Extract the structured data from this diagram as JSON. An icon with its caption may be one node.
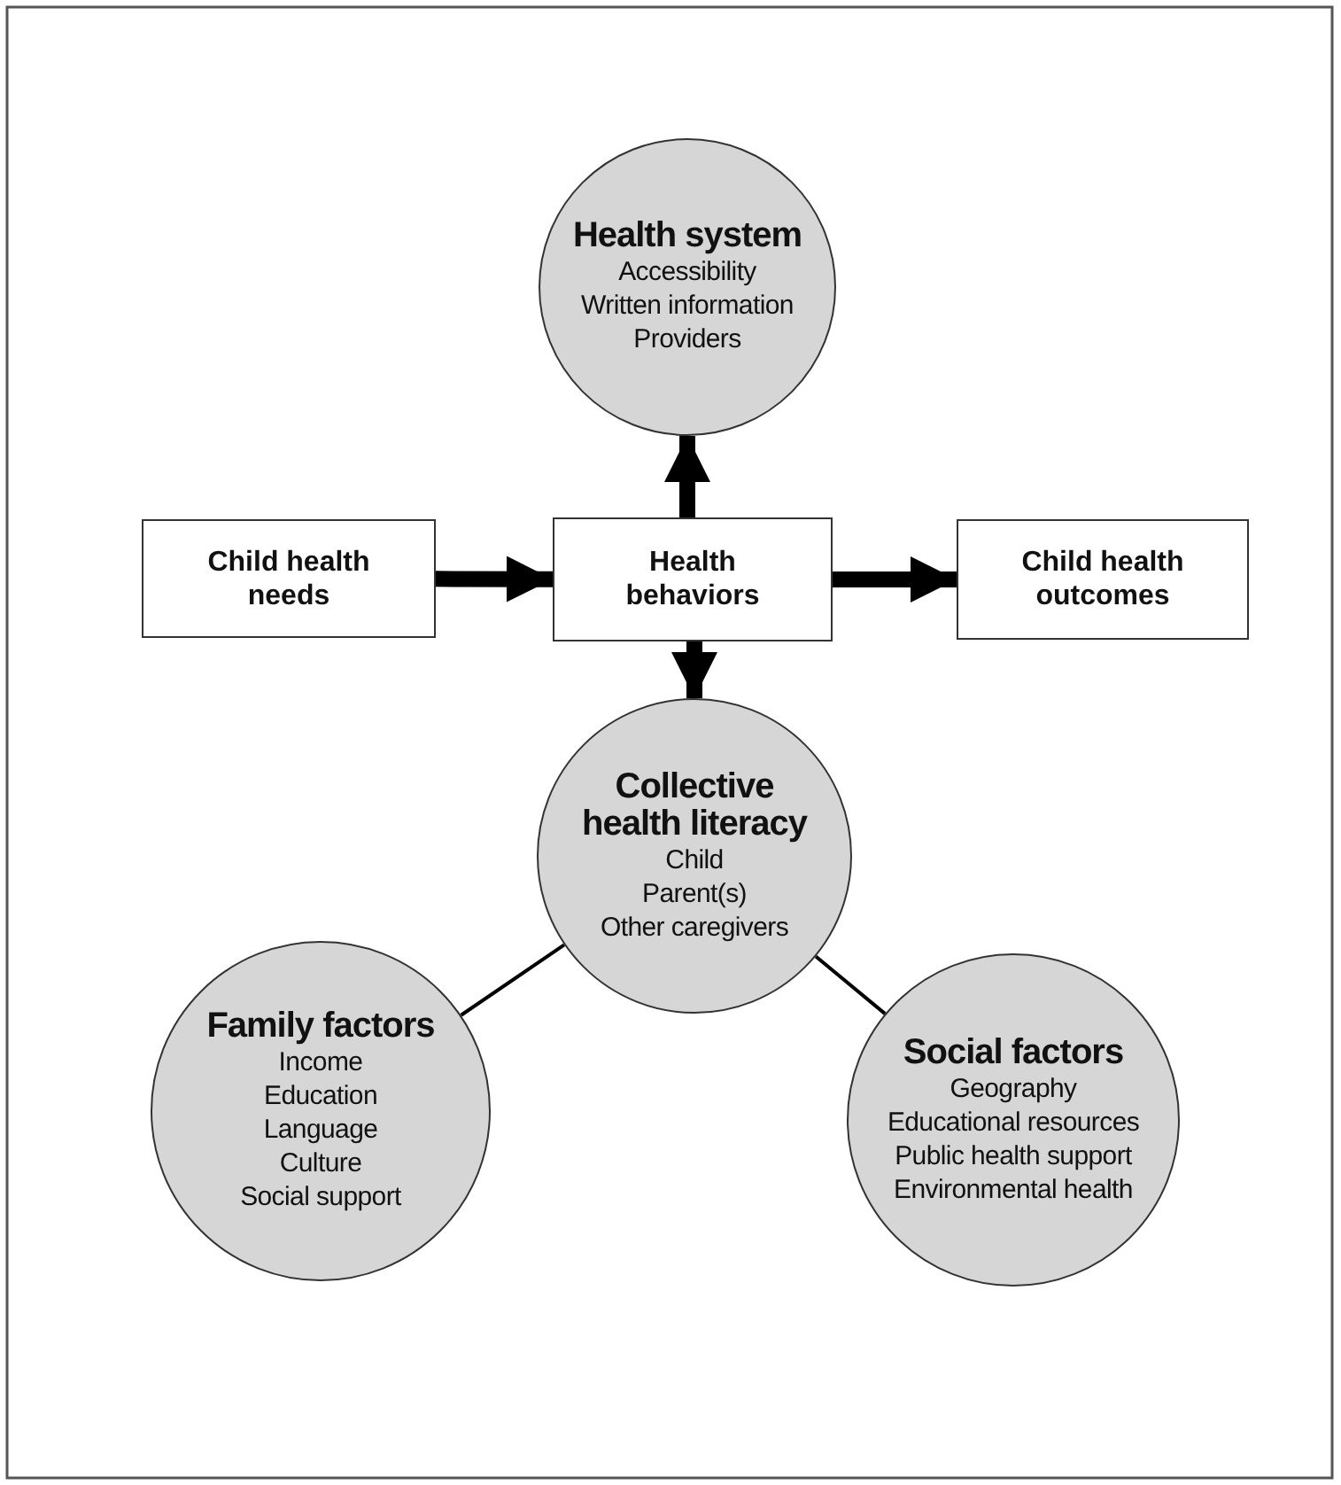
{
  "diagram": {
    "nodes": [
      {
        "text": [
          "Health system",
          "Accessibility",
          "Written information",
          "Providers"
        ]
      },
      {
        "text": [
          "Child health needs"
        ]
      },
      {
        "text": [
          "Health behaviors"
        ]
      },
      {
        "text": [
          "Child health outcomes"
        ]
      },
      {
        "text": [
          "Collective health literacy",
          "Child",
          "Parent(s)",
          "Other caregivers"
        ]
      },
      {
        "text": [
          "Family factors",
          "Income",
          "Education",
          "Language",
          "Culture",
          "Social support"
        ]
      },
      {
        "text": [
          "Social factors",
          "Geography",
          "Educational resources",
          "Public health support",
          "Environmental health"
        ]
      }
    ],
    "edges": [
      {
        "from": 1,
        "to": 2,
        "arrow": "to"
      },
      {
        "from": 2,
        "to": 3,
        "arrow": "to"
      },
      {
        "from": 2,
        "to": 0,
        "arrow": "to"
      },
      {
        "from": 2,
        "to": 4,
        "arrow": "to"
      },
      {
        "from": 5,
        "to": 4,
        "arrow": "none"
      },
      {
        "from": 6,
        "to": 4,
        "arrow": "none"
      }
    ]
  }
}
